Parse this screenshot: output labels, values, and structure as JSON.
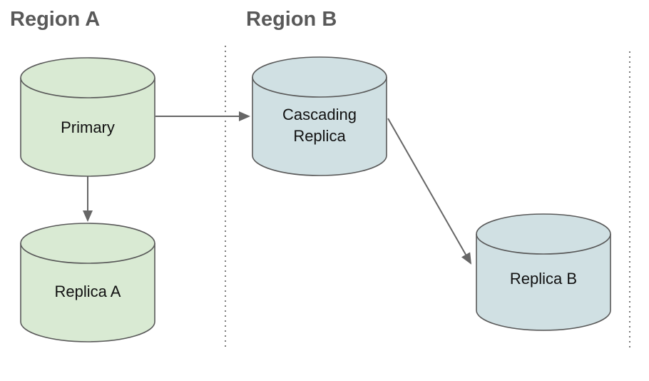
{
  "diagram": {
    "regions": {
      "a": {
        "title": "Region A"
      },
      "b": {
        "title": "Region B"
      }
    },
    "nodes": {
      "primary": {
        "label": "Primary"
      },
      "replica_a": {
        "label": "Replica A"
      },
      "cascading": {
        "label": "Cascading Replica"
      },
      "replica_b": {
        "label": "Replica B"
      }
    },
    "colors": {
      "region_a_fill": "#d9ead3",
      "region_b_fill": "#d0e0e3",
      "shape_stroke": "#595959",
      "arrow": "#666666",
      "title_text": "#595959",
      "label_text": "#111111"
    }
  }
}
